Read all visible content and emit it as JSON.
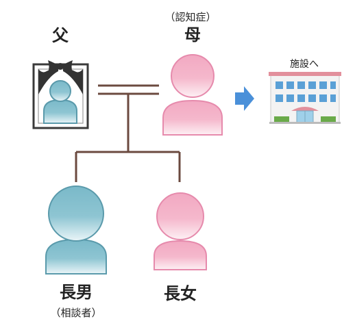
{
  "people": {
    "father": {
      "label": "父"
    },
    "mother": {
      "note": "（認知症）",
      "label": "母"
    },
    "eldest_son": {
      "label": "長男",
      "note": "（相談者）"
    },
    "eldest_daughter": {
      "label": "長女"
    }
  },
  "facility": {
    "label": "施設へ"
  },
  "colors": {
    "male": "#7ab9c9",
    "female": "#f2a9c2",
    "line": "#6b4a3f",
    "arrow": "#4a90d9",
    "ribbon": "#333333"
  }
}
